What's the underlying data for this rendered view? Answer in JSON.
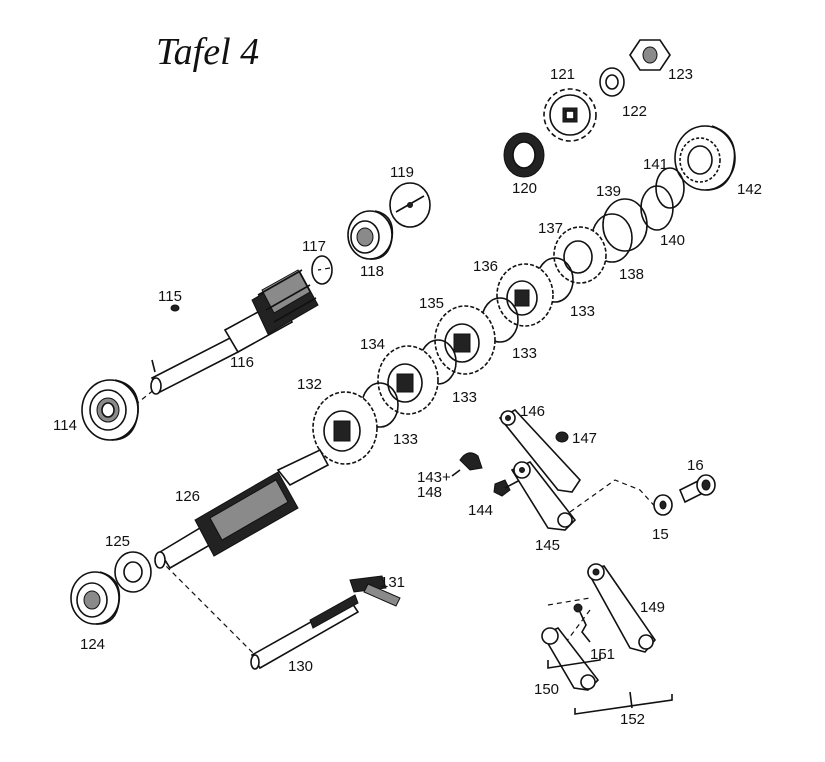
{
  "title": "Tafel 4",
  "parts": [
    {
      "id": "p114",
      "label": "114",
      "name": "ball-bearing"
    },
    {
      "id": "p115",
      "label": "115",
      "name": "key"
    },
    {
      "id": "p116",
      "label": "116",
      "name": "main-shaft"
    },
    {
      "id": "p117",
      "label": "117",
      "name": "circlip"
    },
    {
      "id": "p118",
      "label": "118",
      "name": "ball-bearing"
    },
    {
      "id": "p119",
      "label": "119",
      "name": "cover-plate"
    },
    {
      "id": "p120",
      "label": "120",
      "name": "seal-ring"
    },
    {
      "id": "p121",
      "label": "121",
      "name": "sprocket"
    },
    {
      "id": "p122",
      "label": "122",
      "name": "washer"
    },
    {
      "id": "p123",
      "label": "123",
      "name": "nut"
    },
    {
      "id": "p124",
      "label": "124",
      "name": "ball-bearing"
    },
    {
      "id": "p125",
      "label": "125",
      "name": "washer"
    },
    {
      "id": "p126",
      "label": "126",
      "name": "layshaft"
    },
    {
      "id": "p130",
      "label": "130",
      "name": "selector-rod"
    },
    {
      "id": "p131",
      "label": "131",
      "name": "selector-key"
    },
    {
      "id": "p132",
      "label": "132",
      "name": "gear"
    },
    {
      "id": "p133a",
      "label": "133",
      "name": "circlip"
    },
    {
      "id": "p133b",
      "label": "133",
      "name": "circlip"
    },
    {
      "id": "p133c",
      "label": "133",
      "name": "circlip"
    },
    {
      "id": "p133d",
      "label": "133",
      "name": "circlip"
    },
    {
      "id": "p134",
      "label": "134",
      "name": "gear"
    },
    {
      "id": "p135",
      "label": "135",
      "name": "gear"
    },
    {
      "id": "p136",
      "label": "136",
      "name": "gear"
    },
    {
      "id": "p137",
      "label": "137",
      "name": "gear"
    },
    {
      "id": "p138",
      "label": "138",
      "name": "thrust-washer"
    },
    {
      "id": "p139",
      "label": "139",
      "name": "washer"
    },
    {
      "id": "p140",
      "label": "140",
      "name": "washer"
    },
    {
      "id": "p141",
      "label": "141",
      "name": "circlip"
    },
    {
      "id": "p142",
      "label": "142",
      "name": "roller-bearing"
    },
    {
      "id": "p143",
      "label": "143+\n148",
      "name": "clip"
    },
    {
      "id": "p144",
      "label": "144",
      "name": "bolt"
    },
    {
      "id": "p145",
      "label": "145",
      "name": "lever"
    },
    {
      "id": "p146",
      "label": "146",
      "name": "lever-arm"
    },
    {
      "id": "p147",
      "label": "147",
      "name": "nut"
    },
    {
      "id": "p15",
      "label": "15",
      "name": "washer"
    },
    {
      "id": "p16",
      "label": "16",
      "name": "bolt"
    },
    {
      "id": "p149",
      "label": "149",
      "name": "lever"
    },
    {
      "id": "p150",
      "label": "150",
      "name": "lever"
    },
    {
      "id": "p151",
      "label": "151",
      "name": "spring"
    },
    {
      "id": "p152",
      "label": "152",
      "name": "lever-assembly"
    }
  ]
}
